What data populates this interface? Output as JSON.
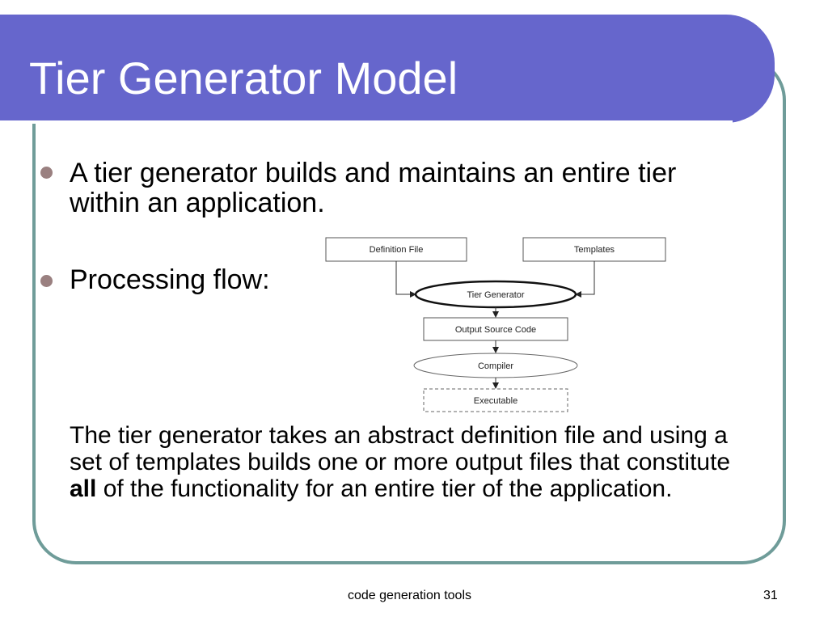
{
  "slide": {
    "title": "Tier Generator Model",
    "bullets": [
      "A tier generator builds and maintains an entire tier within an application.",
      "Processing flow:"
    ],
    "paragraph": {
      "before": "The tier generator takes an abstract definition file and using a set of templates builds one or more output files that constitute ",
      "bold": "all",
      "after": " of the functionality for an entire tier of the application."
    }
  },
  "diagram": {
    "definition_file": "Definition File",
    "templates": "Templates",
    "tier_generator": "Tier Generator",
    "output_source_code": "Output Source Code",
    "compiler": "Compiler",
    "executable": "Executable"
  },
  "footer": {
    "center": "code generation tools",
    "page_number": "31"
  },
  "colors": {
    "title_bar": "#6666cc",
    "frame_border": "#6f9c99",
    "bullet": "#9a8080"
  }
}
